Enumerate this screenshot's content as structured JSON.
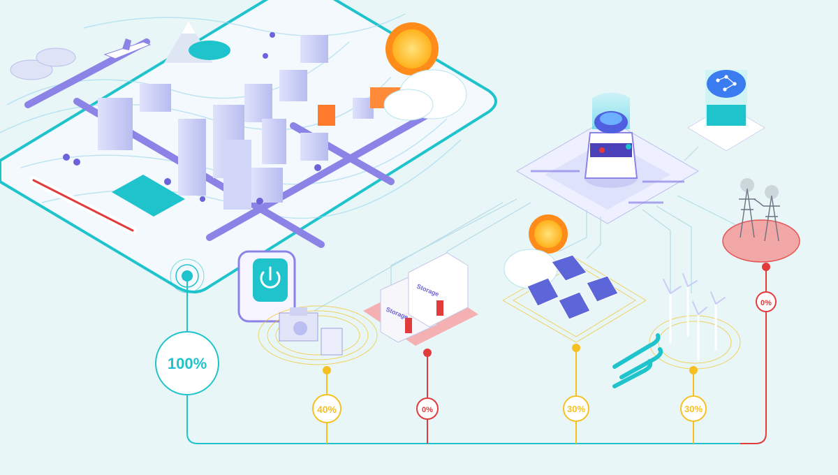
{
  "colors": {
    "background": "#e8f6f8",
    "teal": "#1fc3cc",
    "yellow": "#f5c021",
    "red": "#e23b3b",
    "purple": "#7b72e0",
    "platform": "#f7fbff"
  },
  "city": {
    "power_button_icon": "power-icon",
    "level_label": "100%"
  },
  "sources": [
    {
      "name": "generator",
      "icon": "generator-icon",
      "label": "40%",
      "color": "yellow"
    },
    {
      "name": "battery-storage",
      "icon": "battery-storage-icon",
      "label": "0%",
      "color": "red",
      "unit_text": "Storage"
    },
    {
      "name": "solar",
      "icon": "solar-panel-icon",
      "label": "30%",
      "color": "yellow"
    },
    {
      "name": "wind",
      "icon": "wind-turbine-icon",
      "label": "30%",
      "color": "yellow"
    },
    {
      "name": "grid",
      "icon": "power-pylon-icon",
      "label": "0%",
      "color": "red"
    }
  ],
  "ai_hub": {
    "icon": "robot-brain-icon"
  },
  "ai_chip": {
    "icon": "brain-chip-icon"
  }
}
